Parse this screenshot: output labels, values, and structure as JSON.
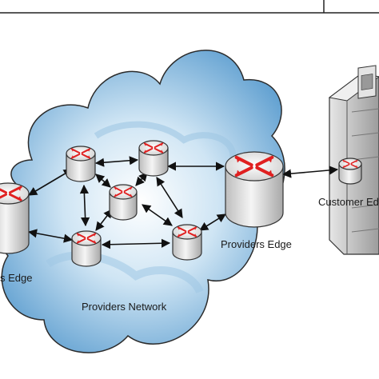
{
  "labels": {
    "network": "Providers Network",
    "provider_edge_left": "s Edge",
    "provider_edge_right": "Providers Edge",
    "customer_edge": "Customer Edg"
  },
  "colors": {
    "cloud_light": "#d9ecf7",
    "cloud_dark": "#5f9fd0",
    "router_arrow": "#e02020",
    "router_body": "#e8e8e8",
    "server_body": "#cfcfcf"
  },
  "icons": {
    "router": "router-icon",
    "server": "server-icon"
  }
}
